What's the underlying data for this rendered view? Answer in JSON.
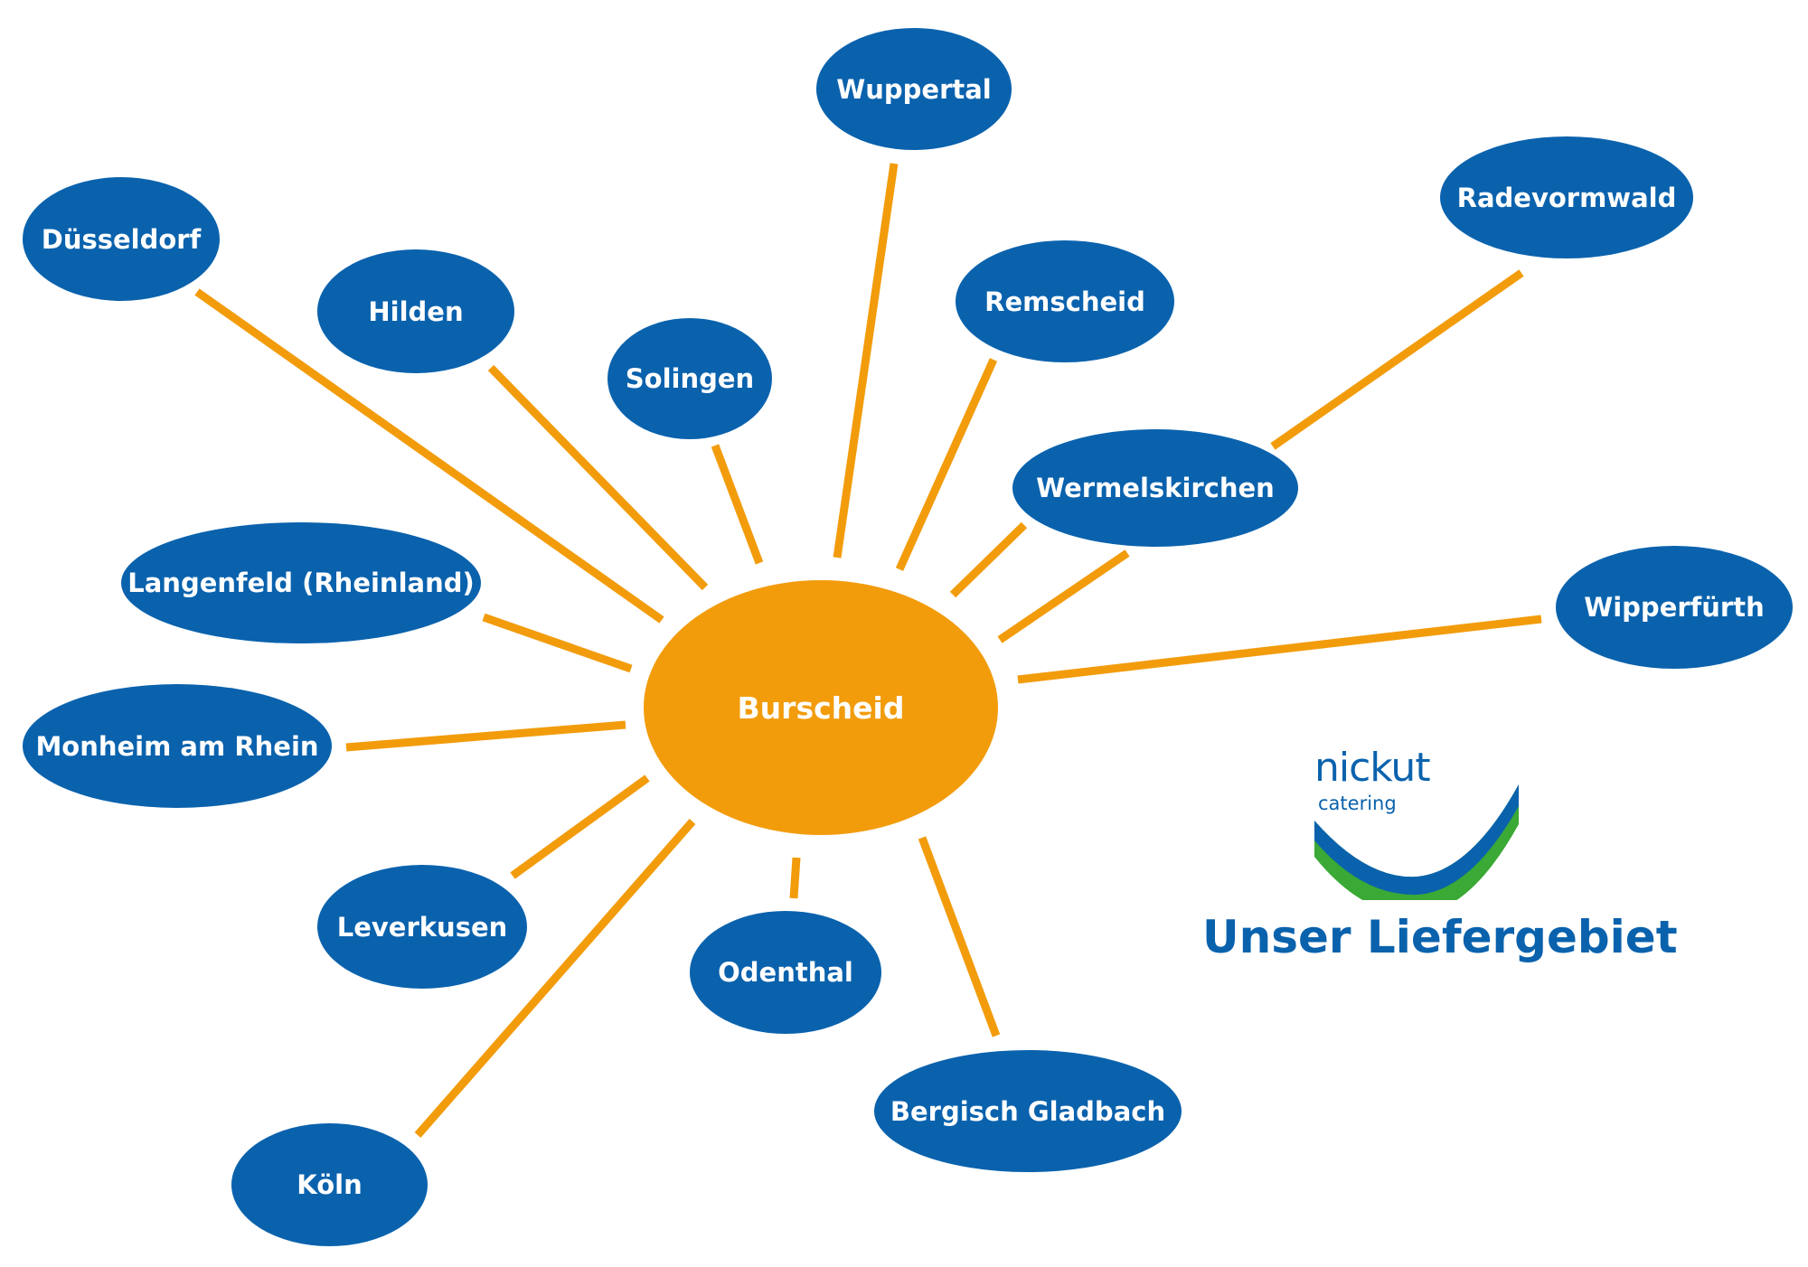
{
  "center": {
    "label": "Burscheid"
  },
  "cities": [
    {
      "id": "wuppertal",
      "label": "Wuppertal"
    },
    {
      "id": "radevormwald",
      "label": "Radevormwald"
    },
    {
      "id": "duesseldorf",
      "label": "Düsseldorf"
    },
    {
      "id": "hilden",
      "label": "Hilden"
    },
    {
      "id": "remscheid",
      "label": "Remscheid"
    },
    {
      "id": "solingen",
      "label": "Solingen"
    },
    {
      "id": "wermelskirchen",
      "label": "Wermelskirchen"
    },
    {
      "id": "langenfeld",
      "label": "Langenfeld (Rheinland)"
    },
    {
      "id": "wipperfuerth",
      "label": "Wipperfürth"
    },
    {
      "id": "monheim",
      "label": "Monheim am Rhein"
    },
    {
      "id": "leverkusen",
      "label": "Leverkusen"
    },
    {
      "id": "odenthal",
      "label": "Odenthal"
    },
    {
      "id": "bergisch-gladbach",
      "label": "Bergisch Gladbach"
    },
    {
      "id": "koeln",
      "label": "Köln"
    }
  ],
  "logo": {
    "brand": "nickut",
    "sub": "catering"
  },
  "tagline": "Unser Liefergebiet",
  "colors": {
    "node": "#0a62ad",
    "center": "#f29c0c",
    "connector": "#f29c0c",
    "logo_blue": "#0a62ad",
    "logo_green": "#3aa935"
  }
}
